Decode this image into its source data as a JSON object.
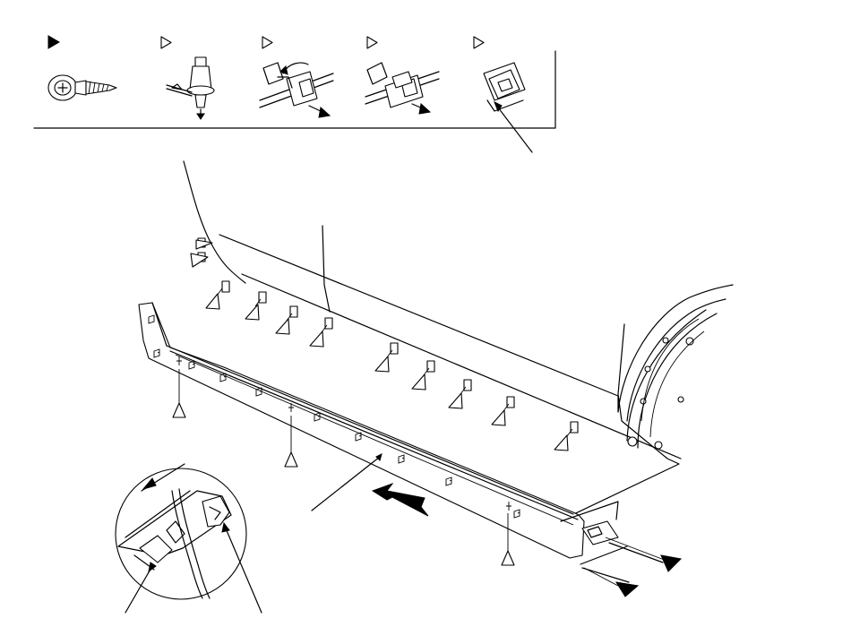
{
  "colors": {
    "line": "#000000",
    "background": "#ffffff",
    "fill": "#ffffff"
  },
  "legend": {
    "fasteners": [
      {
        "icon": "screw-icon",
        "marker": "filled"
      },
      {
        "icon": "push-clip-icon",
        "marker": "outline"
      },
      {
        "icon": "rotate-clip-icon",
        "marker": "outline"
      },
      {
        "icon": "slide-clip-icon",
        "marker": "outline"
      },
      {
        "icon": "retainer-clip-icon",
        "marker": "outline"
      }
    ]
  }
}
